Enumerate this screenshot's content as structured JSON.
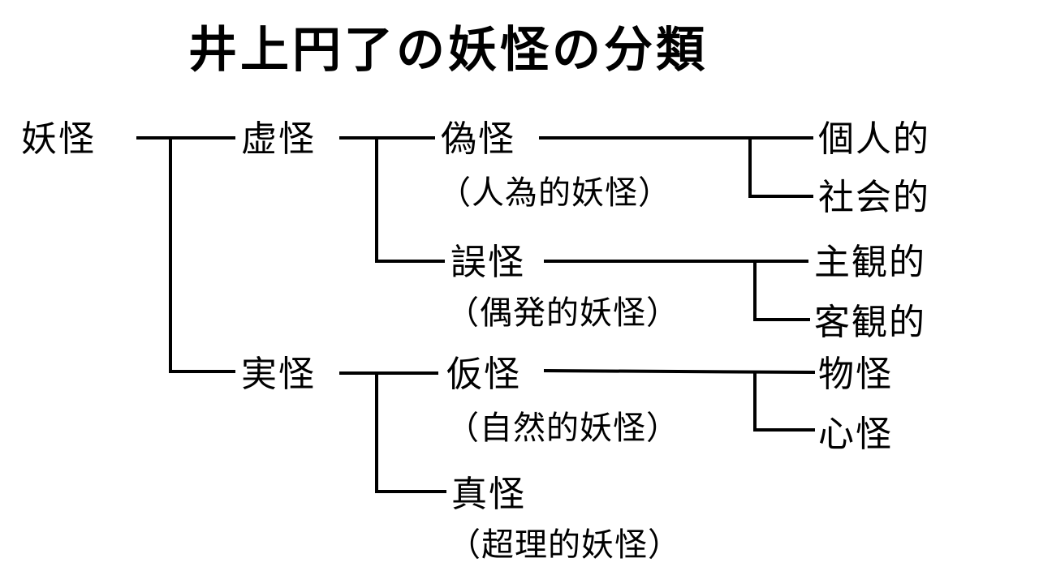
{
  "title": "井上円了の妖怪の分類",
  "tree": {
    "root": "妖怪",
    "kyokai": "虚怪",
    "jikkai": "実怪",
    "gikai": "偽怪",
    "gikai_sub": "（人為的妖怪）",
    "gokai": "誤怪",
    "gokai_sub": "（偶発的妖怪）",
    "kakai": "仮怪",
    "kakai_sub": "（自然的妖怪）",
    "shinkai": "真怪",
    "shinkai_sub": "（超理的妖怪）",
    "kojin": "個人的",
    "shakai": "社会的",
    "shukan": "主観的",
    "kyakkan": "客観的",
    "bukkai": "物怪",
    "shinkai_mind": "心怪"
  },
  "colors": {
    "ink": "#000000",
    "background": "#ffffff"
  }
}
